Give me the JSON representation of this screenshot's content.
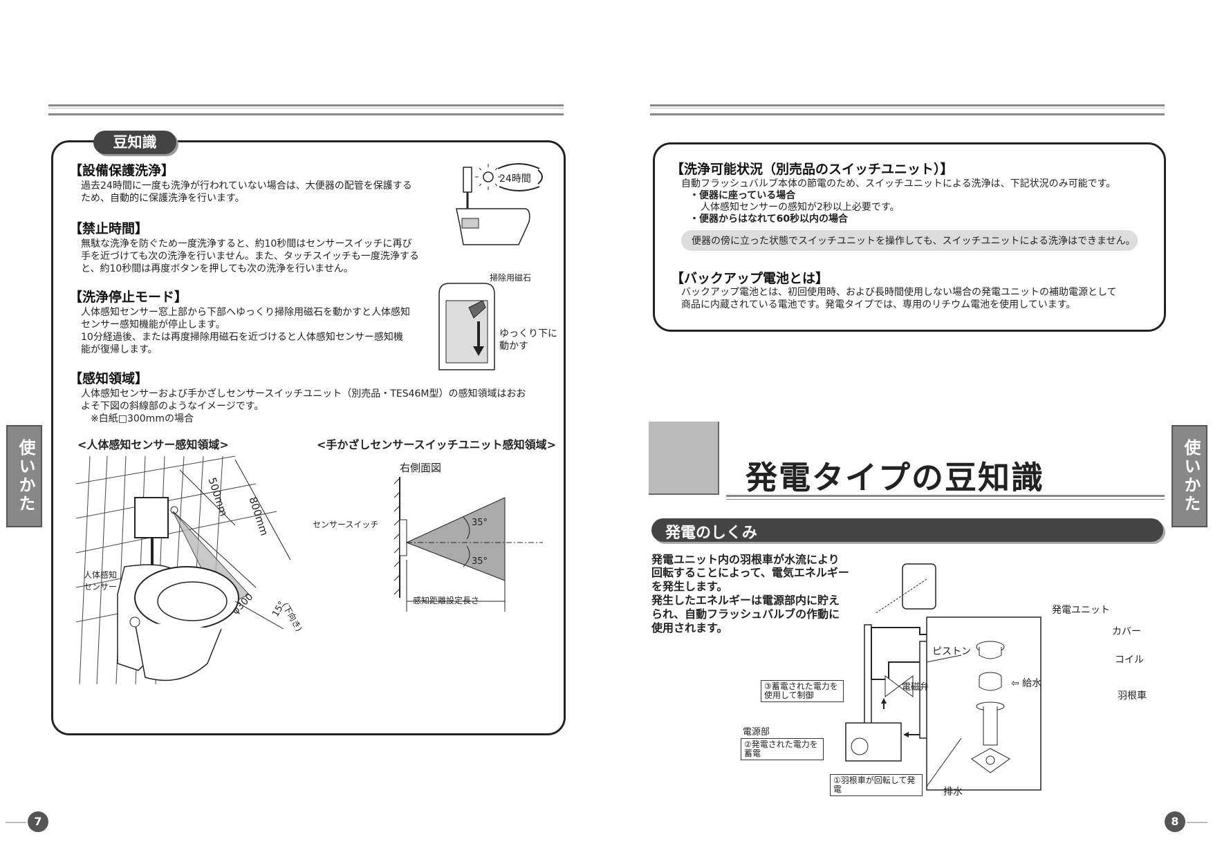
{
  "left": {
    "badge": "豆知識",
    "sections": [
      {
        "title": "【設備保護洗浄】",
        "lines": [
          "過去24時間に一度も洗浄が行われていない場合は、大便器の配管を保護する",
          "ため、自動的に保護洗浄を行います。"
        ]
      },
      {
        "title": "【禁止時間】",
        "lines": [
          "無駄な洗浄を防ぐため一度洗浄すると、約10秒間はセンサースイッチに再び",
          "手を近づけても次の洗浄を行いません。また、タッチスイッチも一度洗浄する",
          "と、約10秒間は再度ボタンを押しても次の洗浄を行いません。"
        ]
      },
      {
        "title": "【洗浄停止モード】",
        "lines": [
          "人体感知センサー窓上部から下部へゆっくり掃除用磁石を動かすと人体感知",
          "センサー感知機能が停止します。",
          "10分経過後、または再度掃除用磁石を近づけると人体感知センサー感知機",
          "能が復帰します。"
        ]
      },
      {
        "title": "【感知領域】",
        "lines": [
          "人体感知センサーおよび手かざしセンサースイッチユニット（別売品・TES46M型）の感知領域はおお",
          "よそ下図の斜線部のようなイメージです。",
          "　※白紙□300mmの場合"
        ]
      }
    ],
    "fig_24h": "24時間",
    "fig_magnet": "掃除用磁石",
    "fig_slow1": "ゆっくり下に",
    "fig_slow2": "動かす",
    "diagram_left_title": "<人体感知センサー感知領域>",
    "diagram_right_title": "<手かざしセンサースイッチユニット感知領域>",
    "dim_500": "500mm",
    "dim_800": "800mm",
    "dim_300": "φ300",
    "dim_15": "15°",
    "dim_down": "(下向き)",
    "sensor_label1": "人体感知",
    "sensor_label2": "センサー",
    "right_view": "右側面図",
    "sensor_switch": "センサースイッチ",
    "angle_top": "35°",
    "angle_bottom": "35°",
    "distance": "感知距離設定長さ",
    "side_tab": "使いかた",
    "page": "7"
  },
  "right": {
    "top_title": "【洗浄可能状況（別売品のスイッチユニット）】",
    "top_lines": [
      "自動フラッシュバルブ本体の節電のため、スイッチユニットによる洗浄は、下記状況のみ可能です。"
    ],
    "bullet1": "・便器に座っている場合",
    "bullet1_sub": "人体感知センサーの感知が2秒以上必要です。",
    "bullet2": "・便器からはなれて60秒以内の場合",
    "note": "便器の傍に立った状態でスイッチユニットを操作しても、スイッチユニットによる洗浄はできません。",
    "battery_title": "【バックアップ電池とは】",
    "battery_lines": [
      "バックアップ電池とは、初回使用時、および長時間使用しない場合の発電ユニットの補助電源として",
      "商品に内蔵されている電池です。発電タイプでは、専用のリチウム電池を使用しています。"
    ],
    "chapter_title": "発電タイプの豆知識",
    "section_bar": "発電のしくみ",
    "desc_lines": [
      "発電ユニット内の羽根車が水流により",
      "回転することによって、電気エネルギー",
      "を発生します。",
      "発生したエネルギーは電源部内に貯え",
      "られ、自動フラッシュバルブの作動に",
      "使用されます。"
    ],
    "piston": "ピストン",
    "solenoid": "電磁弁",
    "supply": "⇦ 給水",
    "drain": "排水",
    "power_section": "電源部",
    "step3": "③蓄電された電力を使用して制御",
    "step2": "②発電された電力を蓄電",
    "step1": "①羽根車が回転して発電",
    "gen_unit": "発電ユニット",
    "cover": "カバー",
    "coil": "コイル",
    "impeller": "羽根車",
    "side_tab": "使いかた",
    "page": "8"
  }
}
